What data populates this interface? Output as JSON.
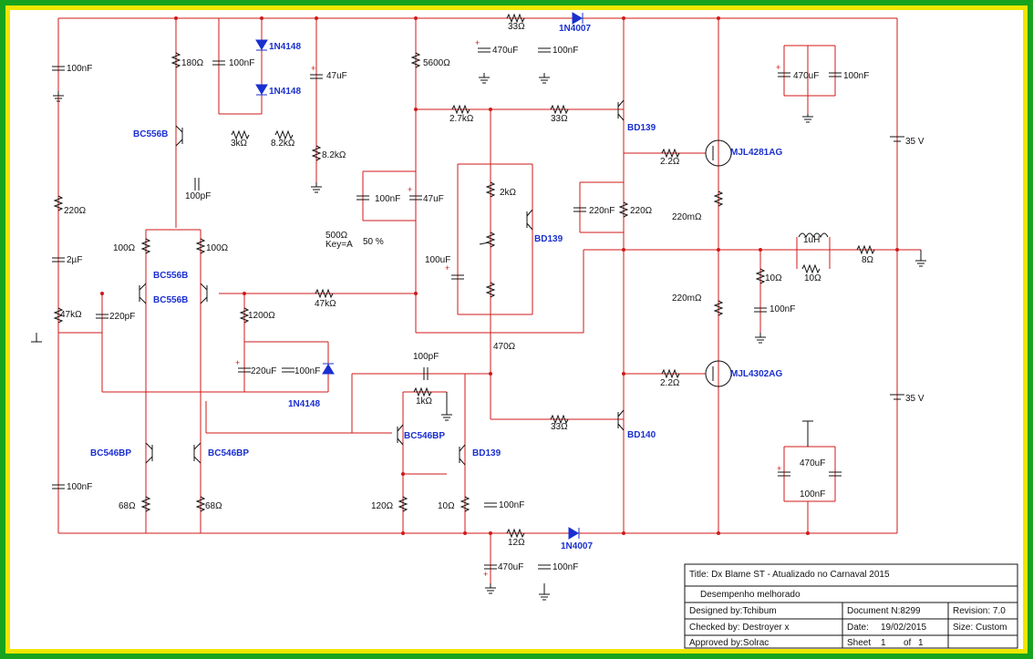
{
  "title_block": {
    "title": "Title: Dx Blame ST - Atualizado no Carnaval 2015",
    "description": "Desempenho melhorado",
    "designed_by": "Designed by:Tchibum",
    "document": "Document N:8299",
    "revision": "Revision: 7.0",
    "checked_by": "Checked by: Destroyer x",
    "date_label": "Date:",
    "date": "19/02/2015",
    "size": "Size:  Custom",
    "approved_by": "Approved by:Solrac",
    "sheet_label": "Sheet",
    "sheet_num": "1",
    "of_label": "of",
    "sheet_total": "1"
  },
  "labels": {
    "r180": "180Ω",
    "c100n_tl": "100nF",
    "d1": "1N4148",
    "d2": "1N4148",
    "c47u_a": "47uF",
    "r5600": "5600Ω",
    "r33_top": "33Ω",
    "c470u_top": "470uF",
    "c100n_top": "100nF",
    "d_1n4007_top": "1N4007",
    "q_bc556_1": "BC556B",
    "r3k": "3kΩ",
    "r8k2_a": "8.2kΩ",
    "r8k2_b": "8.2kΩ",
    "c100p_a": "100pF",
    "r2k7": "2.7kΩ",
    "r33_b": "33Ω",
    "q_bd139_1": "BD139",
    "r2_2_a": "2.2Ω",
    "q_mjl4281": "MJL4281AG",
    "c470u_r": "470uF",
    "c100n_r": "100nF",
    "v35_top": "35 V",
    "c100n_l1": "100nF",
    "c100n_mid": "100nF",
    "c47u_mid": "47uF",
    "r2k": "2kΩ",
    "q_bd139_2": "BD139",
    "c220n": "220nF",
    "r220_a": "220Ω",
    "r220m_a": "220mΩ",
    "pot": "500Ω",
    "pot_key": "Key=A",
    "pot_pct": "50 %",
    "r220_l": "220Ω",
    "c2u": "2µF",
    "r47k_l": "47kΩ",
    "c220p": "220pF",
    "r100_a": "100Ω",
    "r100_b": "100Ω",
    "q_bc556_2": "BC556B",
    "q_bc556_3": "BC556B",
    "r1200": "1200Ω",
    "r47k_m": "47kΩ",
    "c100u": "100uF",
    "l1u": "1uH",
    "r10_a": "10Ω",
    "r10_b": "10Ω",
    "r8": "8Ω",
    "c100n_out": "100nF",
    "r220m_b": "220mΩ",
    "c220u": "220uF",
    "c100n_d": "100nF",
    "d3": "1N4148",
    "r470": "470Ω",
    "c100p_b": "100pF",
    "r1k": "1kΩ",
    "r2_2_b": "2.2Ω",
    "q_mjl4302": "MJL4302AG",
    "q_bc546_1": "BC546BP",
    "q_bc546_2": "BC546BP",
    "q_bc546_3": "BC546BP",
    "q_bd139_3": "BD139",
    "r33_c": "33Ω",
    "q_bd140": "BD140",
    "c470u_br": "470uF",
    "c100n_br": "100nF",
    "v35_bot": "35 V",
    "c100n_l2": "100nF",
    "r68_a": "68Ω",
    "r68_b": "68Ω",
    "r120": "120Ω",
    "r10_c": "10Ω",
    "c100n_b2": "100nF",
    "r12": "12Ω",
    "d_1n4007_bot": "1N4007",
    "c470u_bot": "470uF",
    "c100n_bot": "100nF"
  },
  "colors": {
    "wire": "#d01818",
    "component": "#111111",
    "part_name": "#1a2fd0",
    "border_outer": "#17a31d",
    "border_inner": "#f0e600"
  }
}
